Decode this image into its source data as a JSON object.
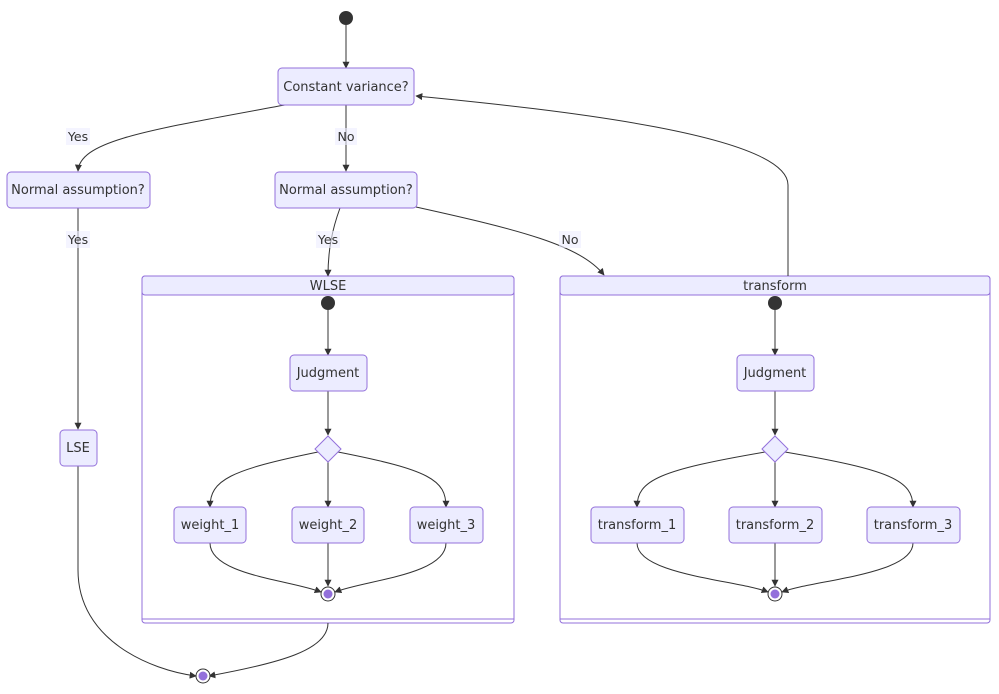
{
  "nodes": {
    "constant_variance": "Constant variance?",
    "normal_left": "Normal assumption?",
    "normal_mid": "Normal assumption?",
    "lse": "LSE",
    "wlse_judgment": "Judgment",
    "weight_1": "weight_1",
    "weight_2": "weight_2",
    "weight_3": "weight_3",
    "transform_judgment": "Judgment",
    "transform_1": "transform_1",
    "transform_2": "transform_2",
    "transform_3": "transform_3"
  },
  "clusters": {
    "wlse": "WLSE",
    "transform": "transform"
  },
  "edge_labels": {
    "cv_yes": "Yes",
    "cv_no": "No",
    "normal_left_yes": "Yes",
    "normal_mid_yes": "Yes",
    "normal_mid_no": "No"
  },
  "colors": {
    "node_fill": "#ECECFF",
    "node_stroke": "#9370DB",
    "edge": "#333333",
    "text": "#333333"
  }
}
